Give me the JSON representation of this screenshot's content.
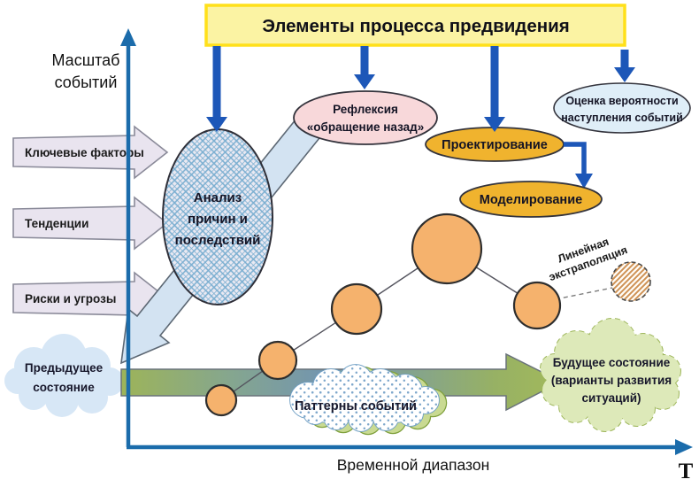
{
  "title": {
    "text": "Элементы процесса предвидения"
  },
  "axes": {
    "y1": "Масштаб",
    "y2": "событий",
    "x": "Временной диапазон",
    "t": "Т"
  },
  "arrows": [
    {
      "label": "Ключевые факторы"
    },
    {
      "label": "Тенденции"
    },
    {
      "label": "Риски и угрозы"
    }
  ],
  "nodes": {
    "analysis": {
      "l1": "Анализ",
      "l2": "причин и",
      "l3": "последствий"
    },
    "reflection": {
      "l1": "Рефлексия",
      "l2": "«обращение назад»"
    },
    "design": {
      "label": "Проектирование"
    },
    "modeling": {
      "label": "Моделирование"
    },
    "probability": {
      "l1": "Оценка вероятности",
      "l2": "наступления событий"
    }
  },
  "clouds": {
    "previous": {
      "l1": "Предыдущее",
      "l2": "состояние"
    },
    "patterns": {
      "label": "Паттерны событий"
    },
    "future": {
      "l1": "Будущее состояние",
      "l2": "(варианты развития",
      "l3": "ситуаций)"
    }
  },
  "annotations": {
    "extrapolation": {
      "l1": "Линейная",
      "l2": "экстраполяция"
    }
  },
  "colors": {
    "title_fill": "#FBF3A3",
    "title_border": "#FFE01A",
    "flow_arrow_blue": "#1D57B8",
    "axis_blue": "#1B6CAB",
    "node_orange": "#F0B32E",
    "node_pink": "#F8D8DA",
    "node_lightblue": "#DFEEF8",
    "event_circle_orange": "#F5B26D",
    "previous_cloud_blue": "#D7E7F6",
    "future_cloud_green": "#DDE9B9"
  }
}
